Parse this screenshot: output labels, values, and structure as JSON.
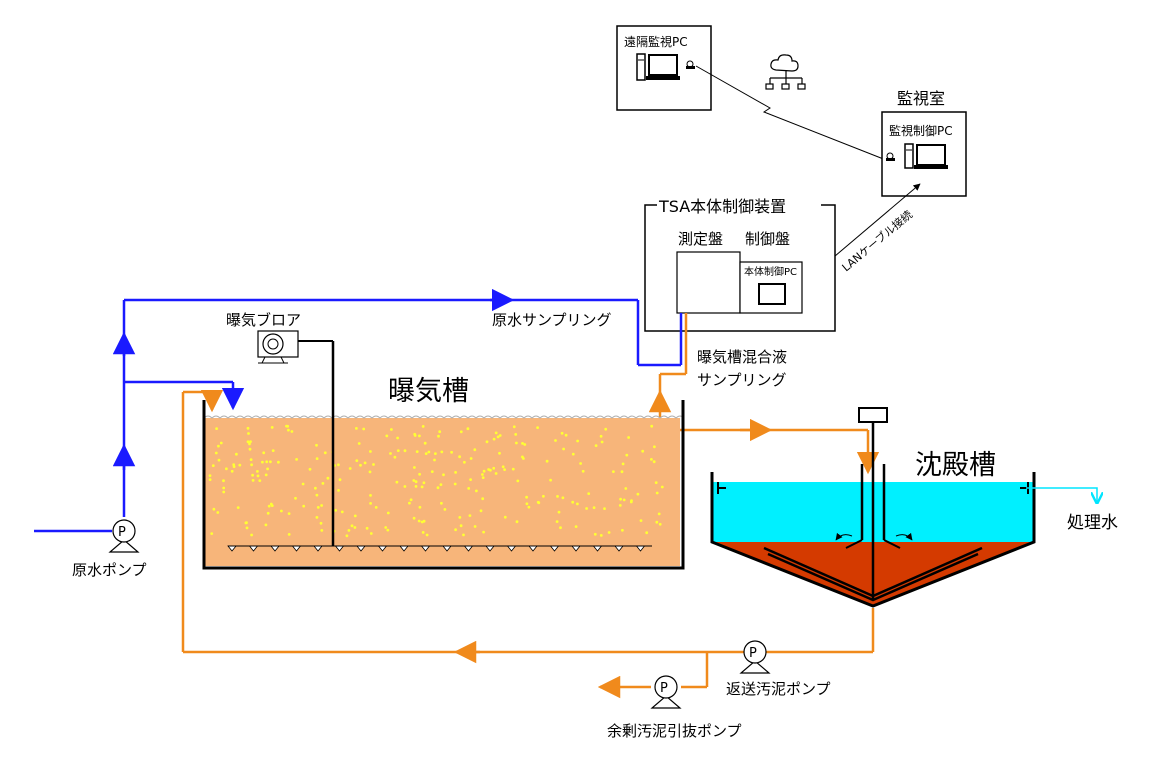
{
  "labels": {
    "remote_pc": "遠隔監視PC",
    "monitor_room": "監視室",
    "monitor_pc": "監視制御PC",
    "tsa_unit": "TSA本体制御装置",
    "measure_panel": "測定盤",
    "control_panel": "制御盤",
    "main_pc": "本体制御PC",
    "lan_cable": "LANケーブル接続",
    "blower": "曝気ブロア",
    "raw_sampling": "原水サンプリング",
    "mix_sampling_1": "曝気槽混合液",
    "mix_sampling_2": "サンプリング",
    "aeration_tank": "曝気槽",
    "settling_tank": "沈殿槽",
    "treated_water": "処理水",
    "raw_pump": "原水ポンプ",
    "return_pump": "返送汚泥ポンプ",
    "excess_pump": "余剰汚泥引抜ポンプ",
    "pump_symbol": "P"
  },
  "colors": {
    "raw_water": "#1a1aff",
    "sludge_line": "#f08a1c",
    "tank_fill": "#f7b57a",
    "bubble": "#ffff33",
    "settling_water": "#00f0ff",
    "settled_sludge": "#d43a00",
    "treated_line": "#00e5ff"
  }
}
